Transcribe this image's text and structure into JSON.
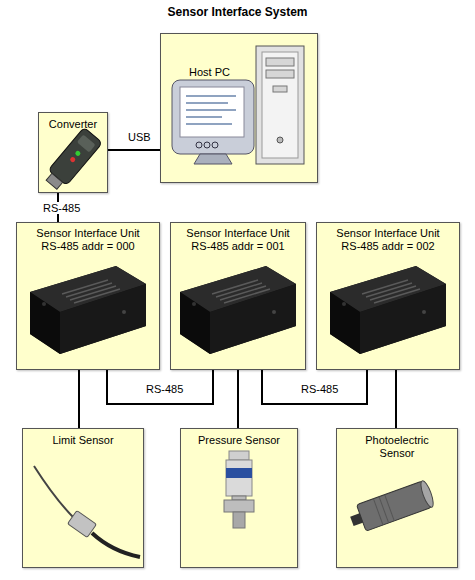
{
  "diagram": {
    "title": "Sensor Interface System",
    "nodes": [
      {
        "text": [
          "Host PC"
        ]
      },
      {
        "text": [
          "Converter"
        ]
      },
      {
        "text": [
          "Sensor Interface Unit",
          "RS-485 addr = 000"
        ]
      },
      {
        "text": [
          "Sensor Interface Unit",
          "RS-485 addr = 001"
        ]
      },
      {
        "text": [
          "Sensor Interface Unit",
          "RS-485 addr = 002"
        ]
      },
      {
        "text": [
          "Limit Sensor"
        ]
      },
      {
        "text": [
          "Pressure Sensor"
        ]
      },
      {
        "text": [
          "Photoelectric Sensor"
        ]
      }
    ],
    "edges": [
      {
        "from": 1,
        "to": 0,
        "label": "USB",
        "arrow": "none"
      },
      {
        "from": 1,
        "to": 2,
        "label": "RS-485",
        "arrow": "none"
      },
      {
        "from": 2,
        "to": 3,
        "label": "RS-485",
        "arrow": "none"
      },
      {
        "from": 3,
        "to": 4,
        "label": "RS-485",
        "arrow": "none"
      },
      {
        "from": 2,
        "to": 5,
        "arrow": "none"
      },
      {
        "from": 3,
        "to": 6,
        "arrow": "none"
      },
      {
        "from": 4,
        "to": 7,
        "arrow": "none"
      }
    ]
  }
}
